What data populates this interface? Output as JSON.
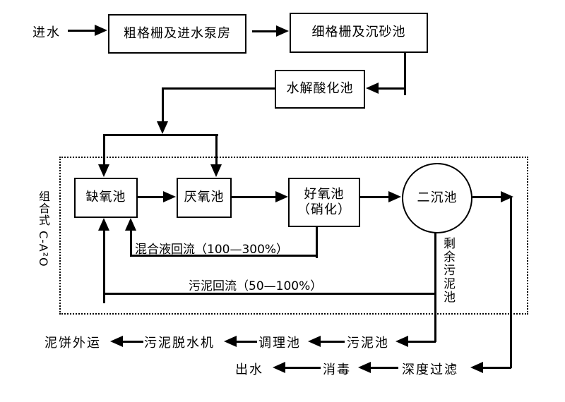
{
  "diagram": {
    "kind": "wastewater-treatment-process-flow",
    "colors": {
      "ink": "#000000",
      "background": "#ffffff"
    },
    "nodes": {
      "influent": "进水",
      "coarse_screen": "粗格栅及进水泵房",
      "fine_screen": "细格栅及沉砂池",
      "hydrolysis": "水解酸化池",
      "anoxic": "缺氧池",
      "anaerobic": "厌氧池",
      "aerobic_line1": "好氧池",
      "aerobic_line2": "（硝化）",
      "clarifier": "二沉池",
      "sludge_tank": "污泥池",
      "conditioning_tank": "调理池",
      "dewatering_machine": "污泥脱水机",
      "cake_out": "泥饼外运",
      "deep_filter": "深度过滤",
      "disinfection": "消毒",
      "effluent": "出水"
    },
    "annotations": {
      "group_label": "组合式 C-A²O",
      "mixed_liquor_return": "混合液回流（100—300%）",
      "sludge_return": "污泥回流（50—100%）",
      "excess_sludge": "剩余污泥池"
    }
  }
}
